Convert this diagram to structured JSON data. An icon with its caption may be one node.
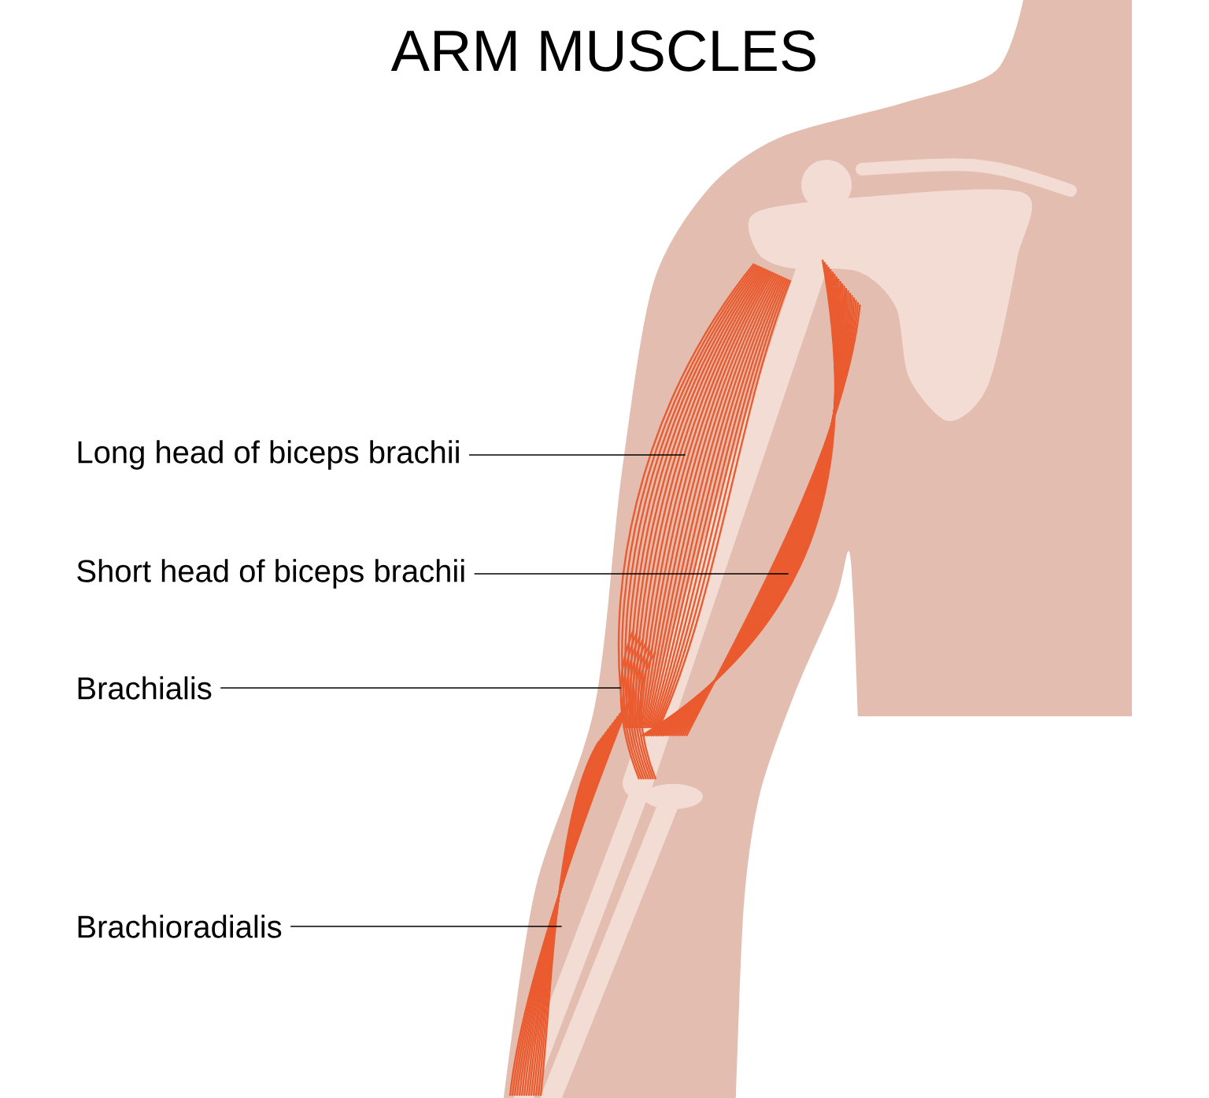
{
  "diagram": {
    "title": "ARM MUSCLES",
    "nodes": [
      {
        "text": [
          "Long head of biceps brachii"
        ]
      },
      {
        "text": [
          "Short head of biceps brachii"
        ]
      },
      {
        "text": [
          "Brachialis"
        ]
      },
      {
        "text": [
          "Brachioradialis"
        ]
      },
      {
        "text": [],
        "shape": "picture"
      },
      {
        "text": [],
        "shape": "picture"
      },
      {
        "text": [],
        "shape": "picture"
      },
      {
        "text": [],
        "shape": "picture"
      }
    ],
    "edges": [
      {
        "from": 0,
        "to": 4,
        "arrow": "none"
      },
      {
        "from": 1,
        "to": 5,
        "arrow": "none"
      },
      {
        "from": 2,
        "to": 6,
        "arrow": "none"
      },
      {
        "from": 3,
        "to": 7,
        "arrow": "none"
      }
    ]
  }
}
